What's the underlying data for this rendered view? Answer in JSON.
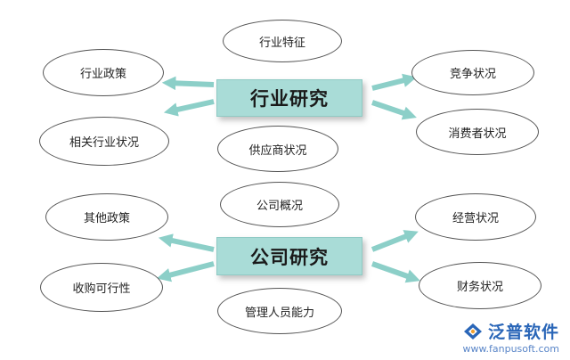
{
  "hubs": {
    "industry": "行业研究",
    "company": "公司研究"
  },
  "industry_nodes": {
    "features": "行业特征",
    "policy": "行业政策",
    "related": "相关行业状况",
    "supplier": "供应商状况",
    "competition": "竞争状况",
    "consumer": "消费者状况"
  },
  "company_nodes": {
    "overview": "公司概况",
    "other_policy": "其他政策",
    "feasibility": "收购可行性",
    "management": "管理人员能力",
    "operations": "经营状况",
    "finance": "财务状况"
  },
  "colors": {
    "hub_fill": "#a9dcd7",
    "arrow": "#8ccfc8",
    "node_border": "#555555",
    "watermark": "#2a66b8"
  },
  "watermark": {
    "name": "泛普软件",
    "url": "www.fanpusoft.com"
  }
}
